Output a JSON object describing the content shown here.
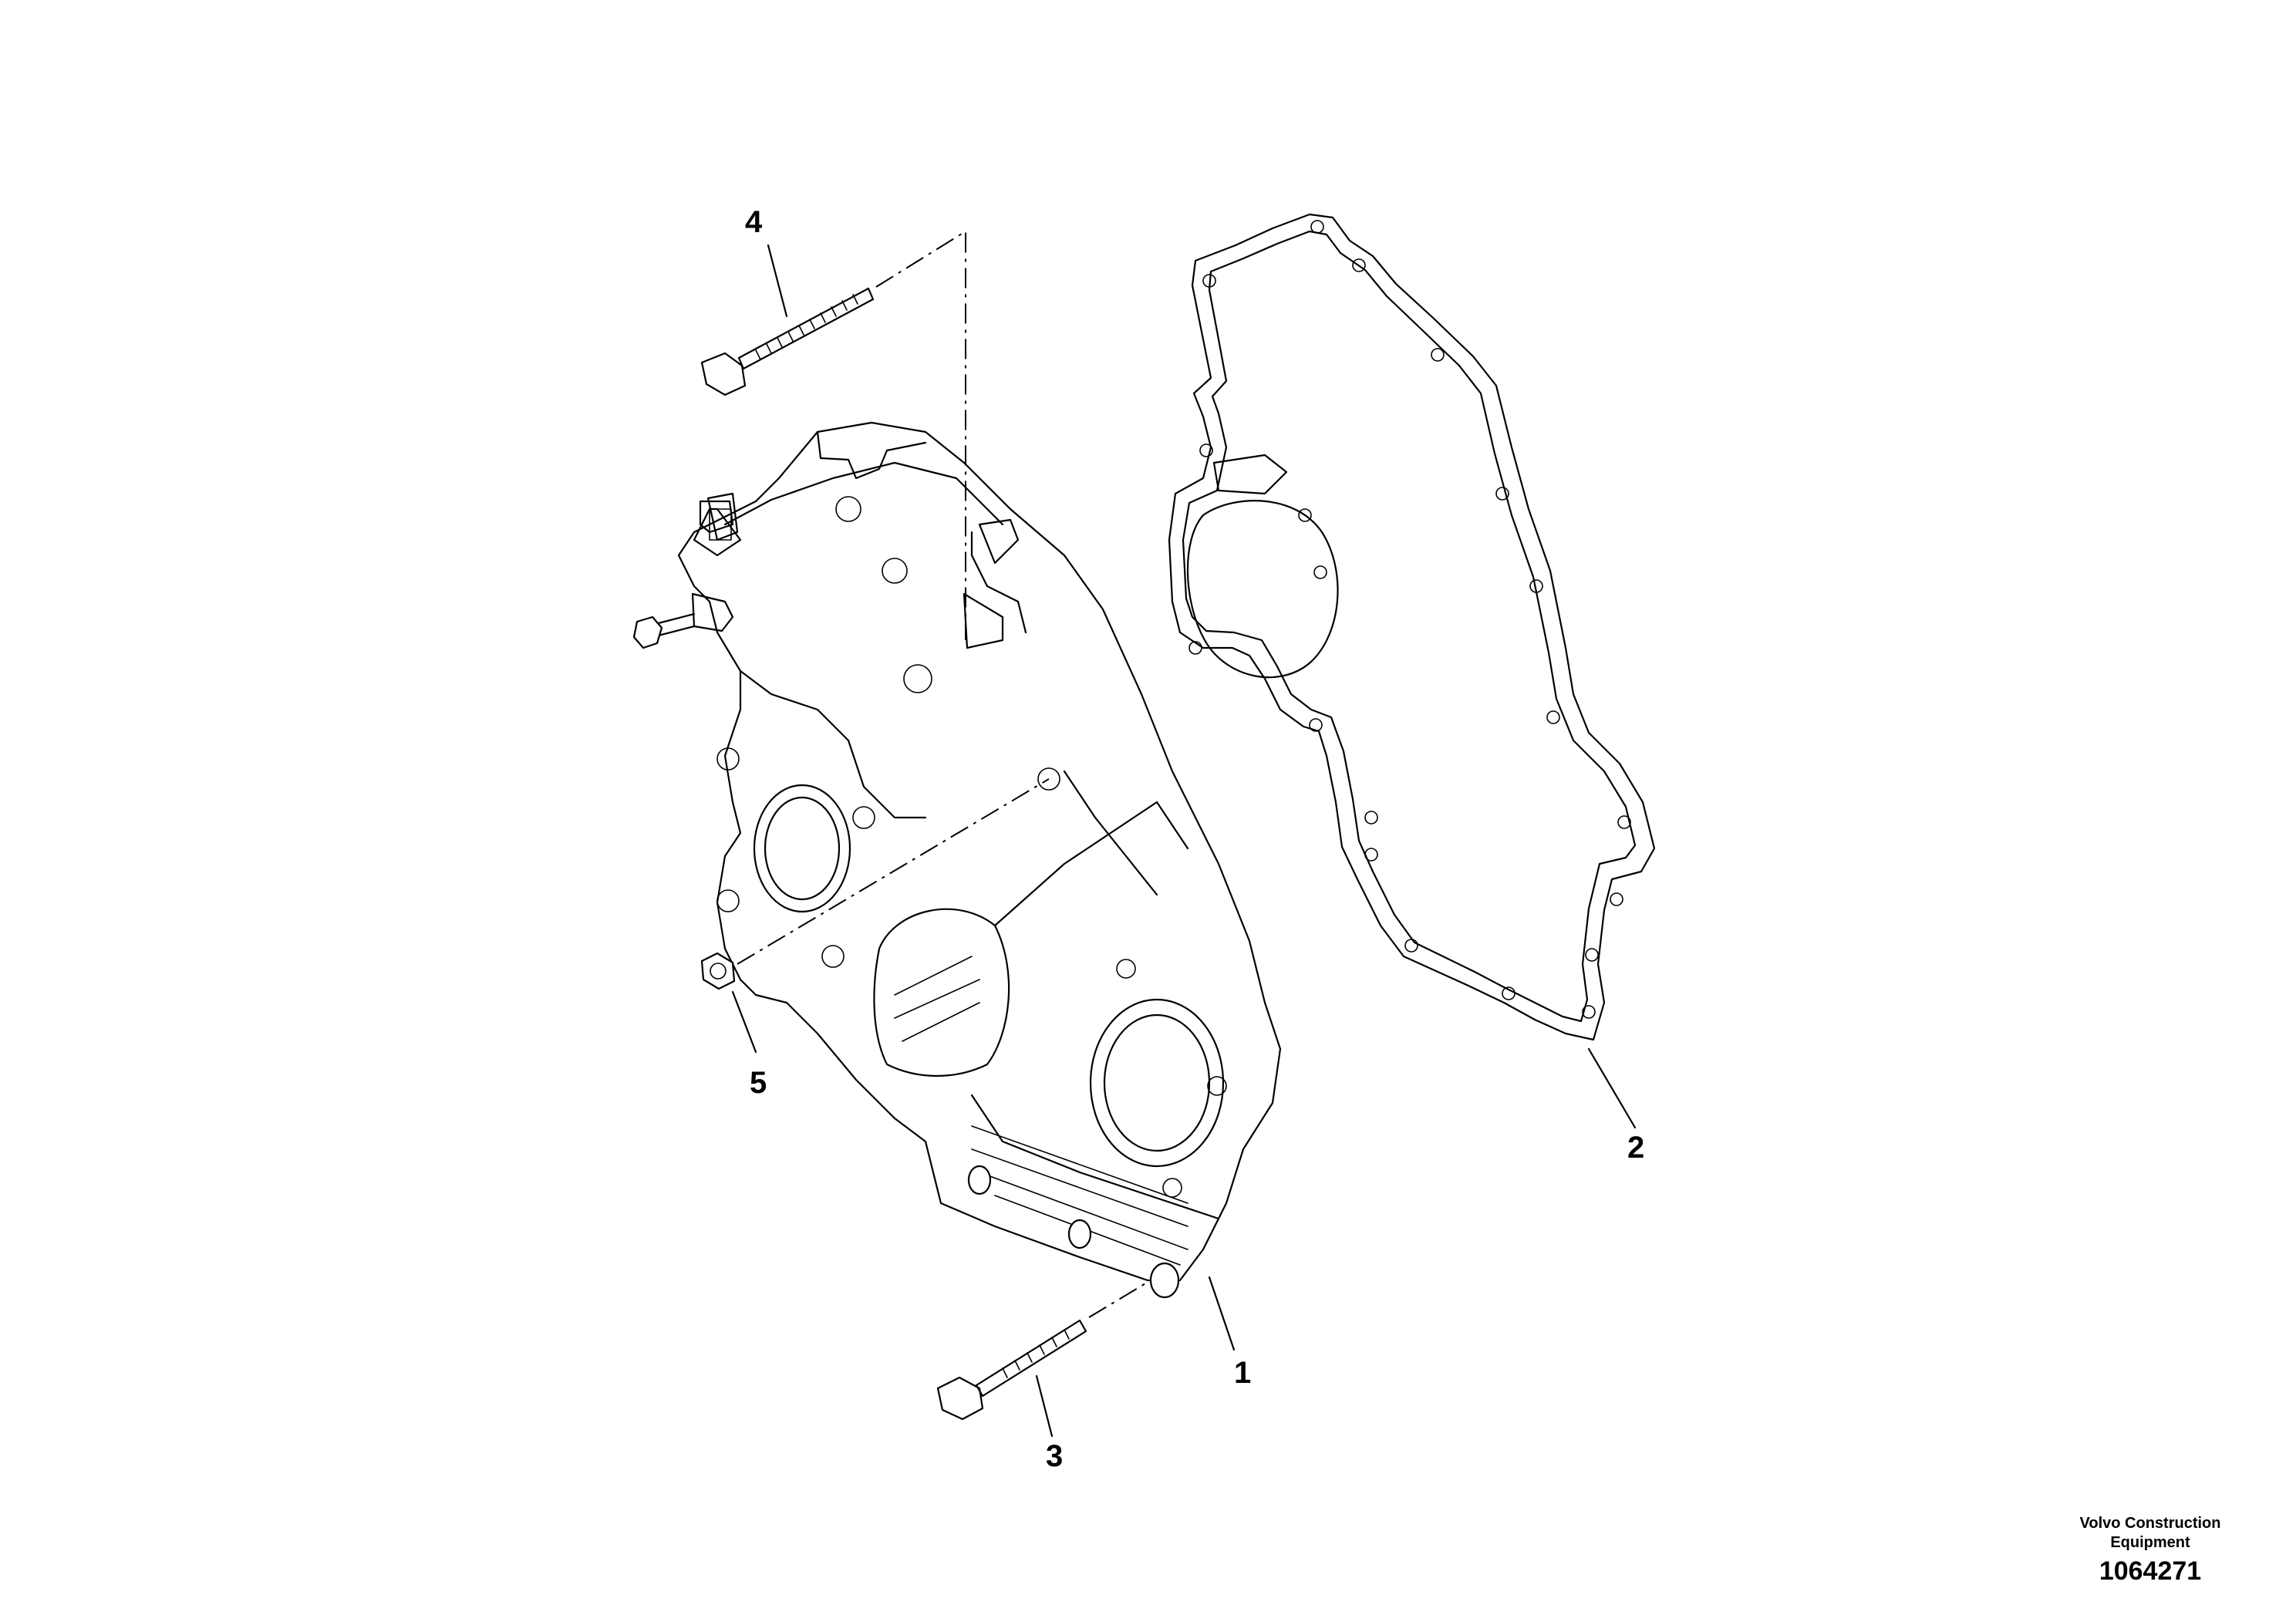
{
  "callouts": [
    {
      "id": "1",
      "label": "1"
    },
    {
      "id": "2",
      "label": "2"
    },
    {
      "id": "3",
      "label": "3"
    },
    {
      "id": "4",
      "label": "4"
    },
    {
      "id": "5",
      "label": "5"
    }
  ],
  "footer": {
    "maker_line1": "Volvo Construction",
    "maker_line2": "Equipment",
    "drawing_number": "1064271"
  }
}
